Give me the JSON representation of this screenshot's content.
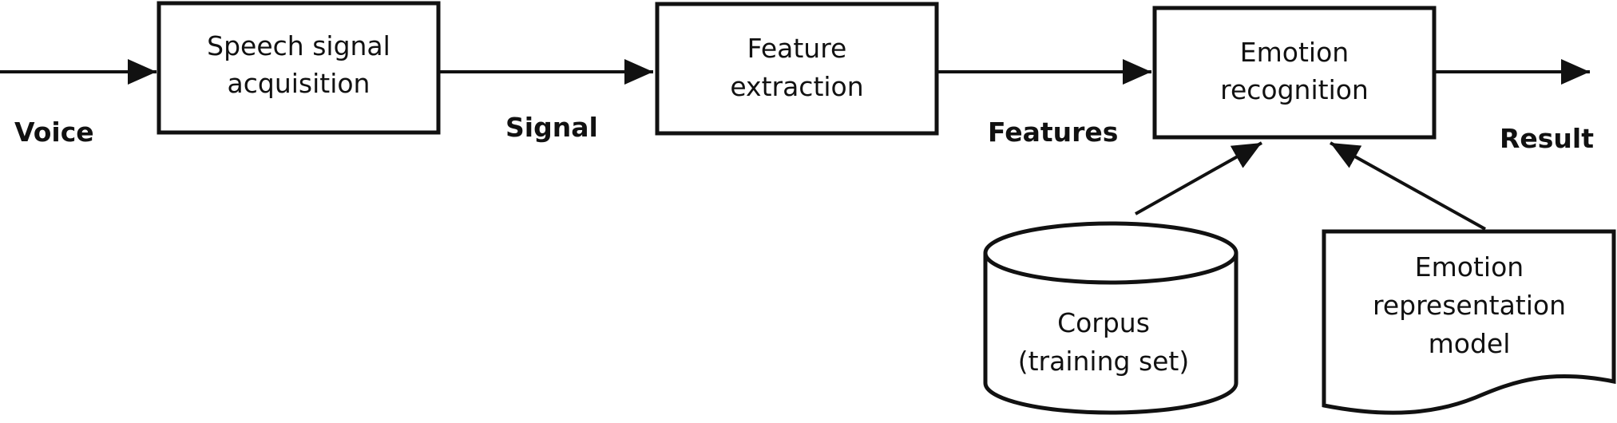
{
  "nodes": {
    "speech_signal_acquisition": {
      "line1": "Speech signal",
      "line2": "acquisition"
    },
    "feature_extraction": {
      "line1": "Feature",
      "line2": "extraction"
    },
    "emotion_recognition": {
      "line1": "Emotion",
      "line2": "recognition"
    },
    "corpus": {
      "line1": "Corpus",
      "line2": "(training set)"
    },
    "emotion_representation_model": {
      "line1": "Emotion",
      "line2": "representation",
      "line3": "model"
    }
  },
  "edges": {
    "voice": "Voice",
    "signal": "Signal",
    "features": "Features",
    "result": "Result"
  }
}
